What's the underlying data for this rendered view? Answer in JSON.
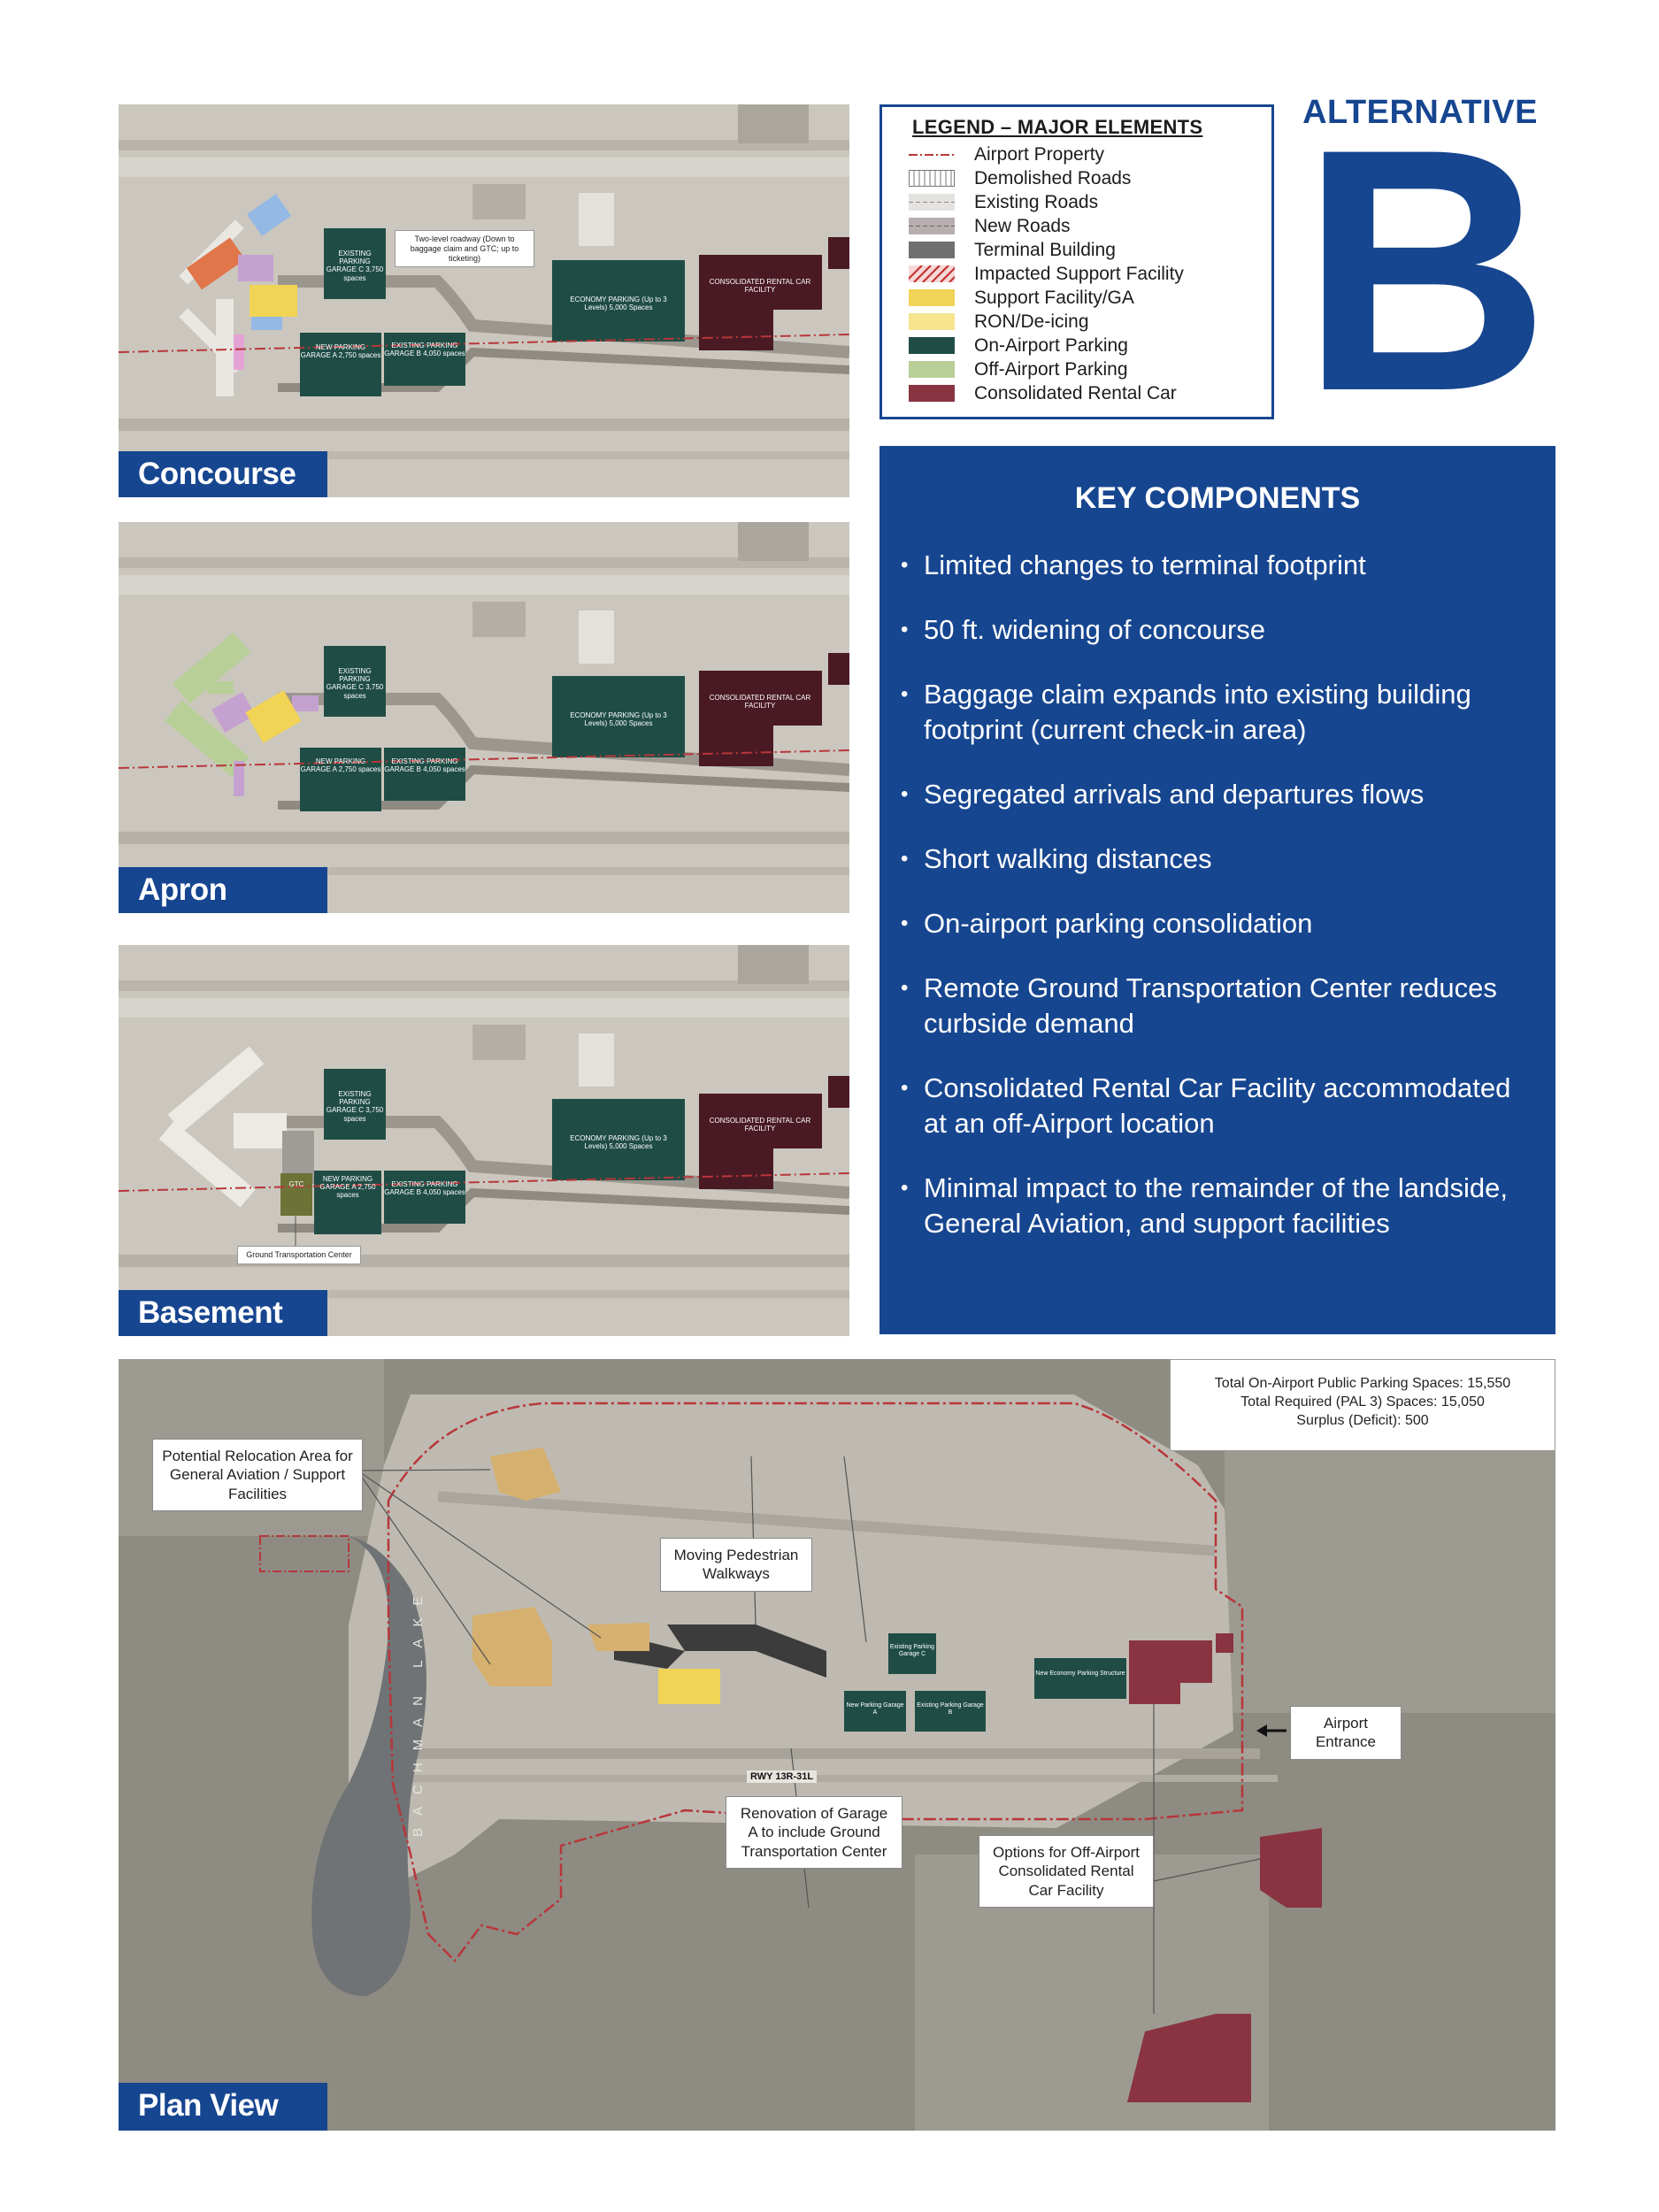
{
  "colors": {
    "brand_blue": "#174690",
    "airport_property": "#b8363a",
    "terminal_building": "#6f6f6f",
    "support_facility_ga": "#f1d356",
    "ron_deicing": "#f6e48e",
    "on_airport_parking": "#1f4d45",
    "off_airport_parking": "#b8cf98",
    "consolidated_rental_car": "#8a3341"
  },
  "header": {
    "alternative_word": "ALTERNATIVE",
    "alternative_letter": "B"
  },
  "legend": {
    "title": "LEGEND – MAJOR ELEMENTS",
    "items": [
      {
        "label": "Airport Property",
        "icon": "dash-dot-line"
      },
      {
        "label": "Demolished Roads",
        "icon": "hatched-box"
      },
      {
        "label": "Existing Roads",
        "icon": "dashed-box"
      },
      {
        "label": "New Roads",
        "icon": "dark-dashed-box"
      },
      {
        "label": "Terminal Building",
        "icon": "grey-box"
      },
      {
        "label": "Impacted Support Facility",
        "icon": "red-hatch-box"
      },
      {
        "label": "Support Facility/GA",
        "icon": "yellow-box"
      },
      {
        "label": "RON/De-icing",
        "icon": "light-yellow-box"
      },
      {
        "label": "On-Airport Parking",
        "icon": "dark-green-box"
      },
      {
        "label": "Off-Airport Parking",
        "icon": "light-green-box"
      },
      {
        "label": "Consolidated Rental Car",
        "icon": "maroon-box"
      }
    ]
  },
  "key_components": {
    "title": "KEY COMPONENTS",
    "items": [
      "Limited changes to terminal footprint",
      "50 ft. widening of concourse",
      "Baggage claim expands into existing building footprint (current check-in area)",
      "Segregated arrivals and departures flows",
      "Short walking distances",
      "On-airport parking consolidation",
      "Remote Ground Transportation Center reduces curbside demand",
      "Consolidated Rental Car Facility accommodated at an off-Airport location",
      "Minimal impact to the remainder of the landside, General Aviation, and support facilities"
    ]
  },
  "panels": {
    "concourse": {
      "label": "Concourse",
      "callout": "Two-level roadway (Down to baggage claim and GTC; up to ticketing)",
      "garage_c": "EXISTING PARKING GARAGE C 3,750 spaces",
      "garage_a": "NEW PARKING GARAGE A 2,750 spaces",
      "garage_b": "EXISTING PARKING GARAGE B 4,050 spaces",
      "economy": "ECONOMY PARKING (Up to 3 Levels) 5,000 Spaces",
      "rental": "CONSOLIDATED RENTAL CAR FACILITY"
    },
    "apron": {
      "label": "Apron",
      "garage_c": "EXISTING PARKING GARAGE C 3,750 spaces",
      "garage_a": "NEW PARKING GARAGE A 2,750 spaces",
      "garage_b": "EXISTING PARKING GARAGE B 4,050 spaces",
      "economy": "ECONOMY PARKING (Up to 3 Levels) 5,000 Spaces",
      "rental": "CONSOLIDATED RENTAL CAR FACILITY"
    },
    "basement": {
      "label": "Basement",
      "callout": "Ground Transportation Center",
      "gtc": "GTC",
      "garage_c": "EXISTING PARKING GARAGE C 3,750 spaces",
      "garage_a": "NEW PARKING GARAGE A 2,750 spaces",
      "garage_b": "EXISTING PARKING GARAGE B 4,050 spaces",
      "economy": "ECONOMY PARKING (Up to 3 Levels) 5,000 Spaces",
      "rental": "CONSOLIDATED RENTAL CAR FACILITY"
    }
  },
  "plan_view": {
    "label": "Plan View",
    "stats": [
      "Total On-Airport Public Parking Spaces: 15,550",
      "Total Required (PAL 3) Spaces: 15,050",
      "Surplus (Deficit): 500"
    ],
    "callouts": {
      "relocation": "Potential Relocation Area for General Aviation / Support Facilities",
      "walkways": "Moving Pedestrian Walkways",
      "entrance": "Airport Entrance",
      "renovation": "Renovation of Garage A to include Ground Transportation Center",
      "rental_options": "Options for Off-Airport Consolidated Rental Car Facility"
    },
    "lake": "BACHMAN LAKE",
    "runway": "RWY 13R-31L",
    "map_labels": {
      "garage_c": "Existing Parking Garage C",
      "garage_a": "New Parking Garage A",
      "garage_b": "Existing Parking Garage B",
      "economy": "New Economy Parking Structure"
    }
  }
}
